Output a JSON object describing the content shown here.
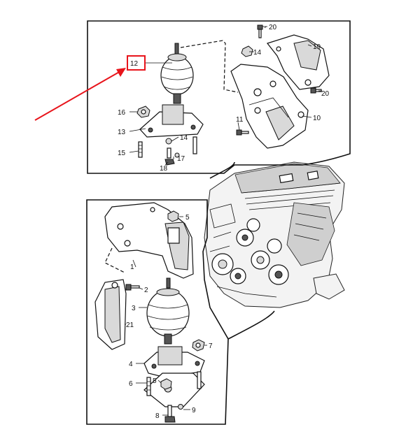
{
  "top_panel": {
    "highlight_label": "12",
    "labels": {
      "l20a": "20",
      "l14a": "14",
      "l19": "19",
      "l20b": "20",
      "l16": "16",
      "l10": "10",
      "l11": "11",
      "l13": "13",
      "l14b": "14",
      "l15": "15",
      "l17": "17",
      "l18": "18"
    }
  },
  "bottom_panel": {
    "labels": {
      "l5a": "5",
      "l1": "1",
      "l2": "2",
      "l3": "3",
      "l21": "21",
      "l7": "7",
      "l4": "4",
      "l6": "6",
      "l5b": "5",
      "l8": "8",
      "l9": "9"
    }
  },
  "colors": {
    "highlight": "#e8141b",
    "ink": "#111111"
  }
}
